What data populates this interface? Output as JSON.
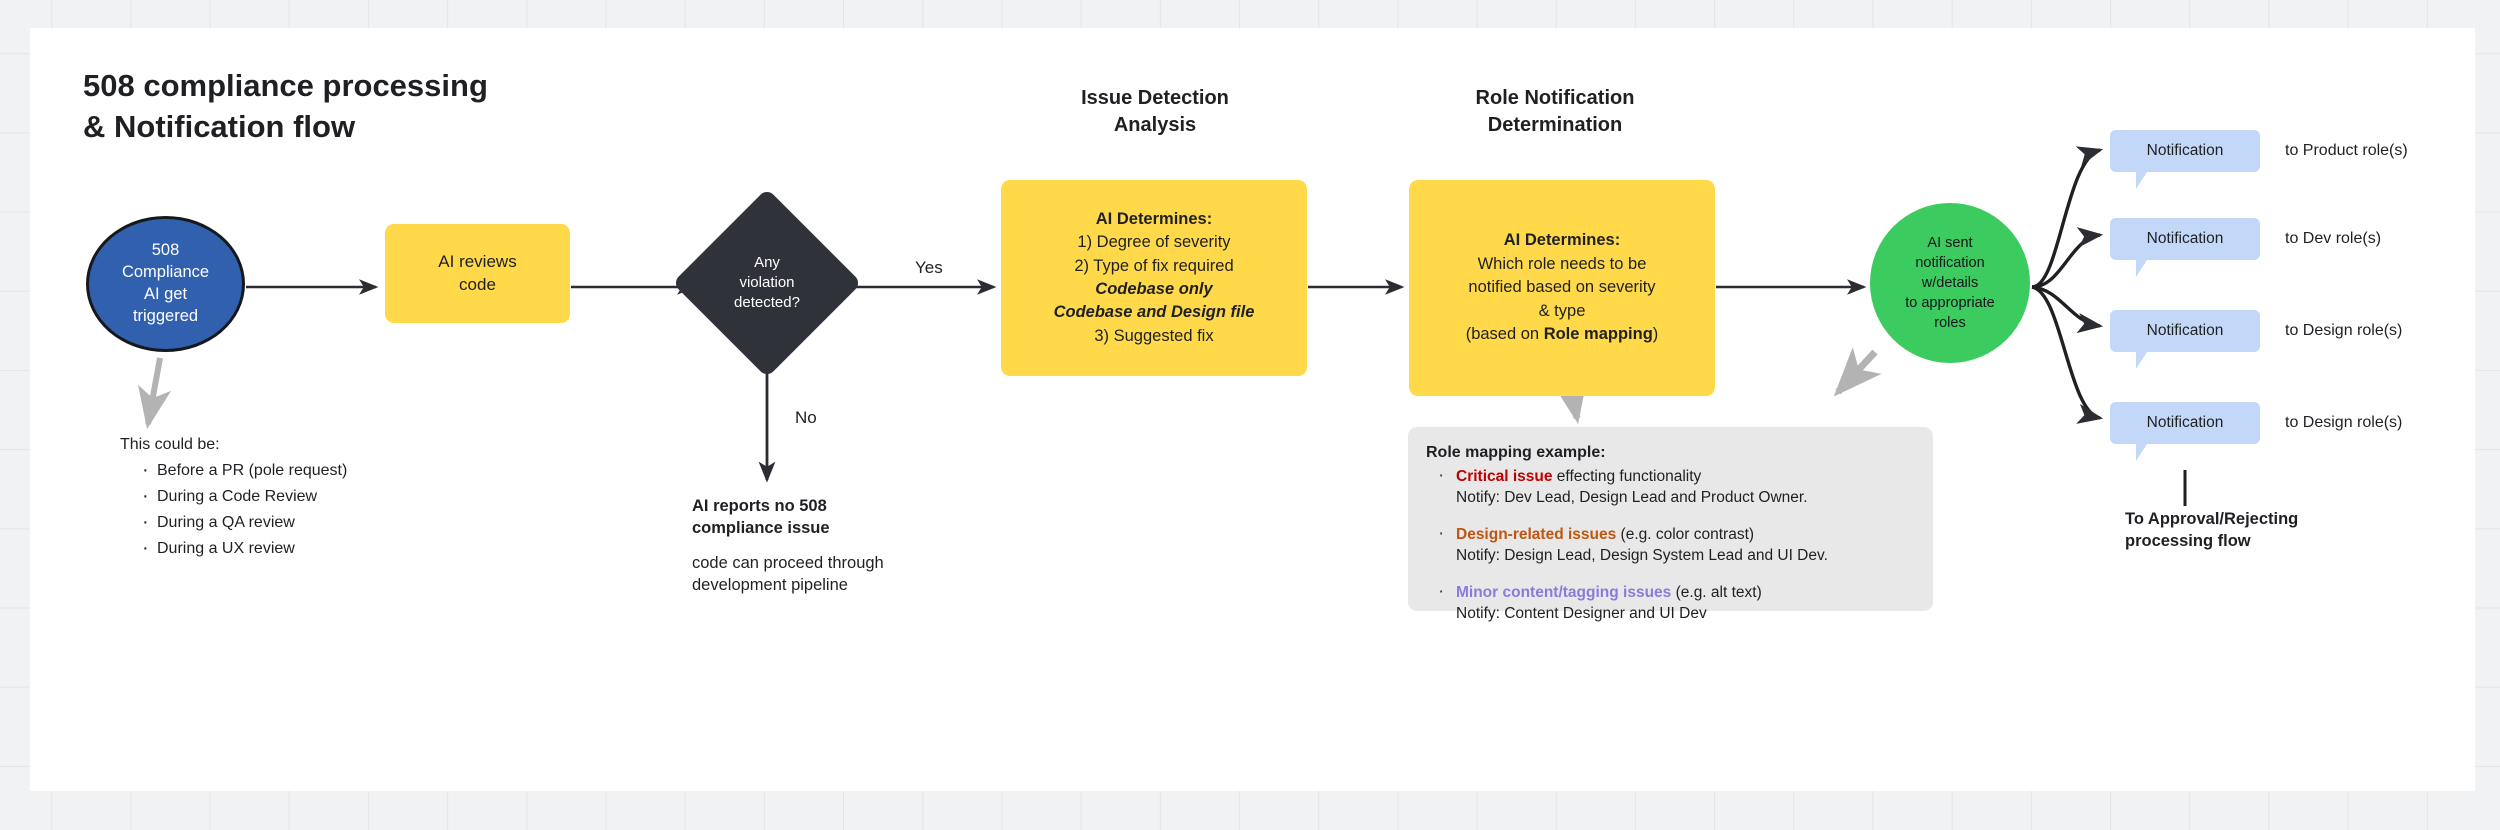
{
  "board": {
    "title": "508 compliance processing\n& Notification flow",
    "colors": {
      "start_circle": "#3060ae",
      "process_yellow": "#ffd94a",
      "decision_dark": "#2f3239",
      "end_green": "#3bcb5e",
      "notification_blue": "#c3d8f8",
      "panel_gray": "#e8e8e8",
      "critical_red": "#c00000",
      "design_orange": "#c0560f",
      "minor_purple": "#8b7bd8",
      "canvas": "#ffffff",
      "page_background": "#f1f2f3"
    }
  },
  "nodes": {
    "start": "508\nCompliance\nAI get\ntriggered",
    "review": "AI reviews\ncode",
    "decision": "Any\nviolation\ndetected?",
    "green": "AI sent\nnotification\nw/details\nto appropriate\nroles"
  },
  "edges": {
    "yes": "Yes",
    "no": "No"
  },
  "trigger_note": {
    "lead": "This could be:",
    "items": [
      "Before a PR (pole request)",
      "During a Code Review",
      "During a QA review",
      "During a UX review"
    ]
  },
  "no_branch": {
    "bold": "AI reports no 508\ncompliance issue",
    "sub": "code can proceed through\ndevelopment pipeline"
  },
  "sections": {
    "issue_detection": {
      "heading": "Issue Detection\nAnalysis",
      "body_title": "AI Determines:",
      "line1": "1) Degree of severity",
      "line2": "2) Type of fix required",
      "emph1": "Codebase only",
      "emph2": "Codebase and Design file",
      "line3": "3) Suggested fix"
    },
    "role_notification": {
      "heading": "Role Notification\nDetermination",
      "body_title": "AI Determines:",
      "line1": "Which role needs to be",
      "line2": "notified based on severity",
      "line3": "& type",
      "line4_prefix": "(based on ",
      "line4_bold": "Role mapping",
      "line4_suffix": ")"
    }
  },
  "role_mapping": {
    "title": "Role mapping example:",
    "items": [
      {
        "key": "Critical issue",
        "key_color": "#c00000",
        "rest": " effecting functionality",
        "notify": "Notify: Dev Lead, Design Lead and Product Owner."
      },
      {
        "key": "Design-related issues",
        "key_color": "#c0560f",
        "rest": " (e.g. color contrast)",
        "notify": "Notify: Design Lead, Design System Lead and UI Dev."
      },
      {
        "key": "Minor content/tagging issues",
        "key_color": "#8b7bd8",
        "rest": " (e.g. alt text)",
        "notify": "Notify: Content Designer and UI Dev"
      }
    ]
  },
  "notifications": [
    {
      "label": "Notification",
      "to": "to Product role(s)"
    },
    {
      "label": "Notification",
      "to": "to Dev role(s)"
    },
    {
      "label": "Notification",
      "to": "to Design role(s)"
    },
    {
      "label": "Notification",
      "to": "to Design role(s)"
    }
  ],
  "footer_note": "To Approval/Rejecting\nprocessing flow"
}
